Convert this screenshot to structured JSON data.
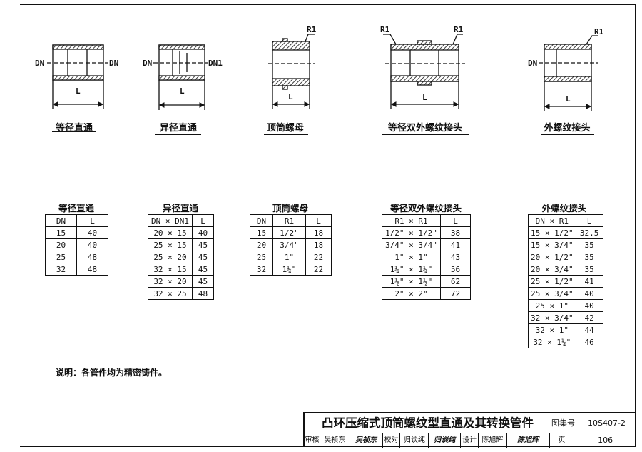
{
  "drawings": {
    "equal_coupling": {
      "label": "等径直通",
      "left": "DN",
      "right": "DN",
      "length": "L"
    },
    "reducing_coupling": {
      "label": "异径直通",
      "left": "DN",
      "right": "DN1",
      "length": "L"
    },
    "top_nut": {
      "label": "顶筒螺母",
      "thread": "R1",
      "length": "L"
    },
    "double_male": {
      "label": "等径双外螺纹接头",
      "thread_left": "R1",
      "thread_right": "R1",
      "length": "L"
    },
    "male_adapter": {
      "label": "外螺纹接头",
      "left": "DN",
      "thread": "R1",
      "length": "L"
    }
  },
  "tables": [
    {
      "title": "等径直通",
      "headers": [
        "DN",
        "L"
      ],
      "rows": [
        [
          "15",
          "40"
        ],
        [
          "20",
          "40"
        ],
        [
          "25",
          "48"
        ],
        [
          "32",
          "48"
        ]
      ]
    },
    {
      "title": "异径直通",
      "headers": [
        "DN × DN1",
        "L"
      ],
      "rows": [
        [
          "20 × 15",
          "40"
        ],
        [
          "25 × 15",
          "45"
        ],
        [
          "25 × 20",
          "45"
        ],
        [
          "32 × 15",
          "45"
        ],
        [
          "32 × 20",
          "45"
        ],
        [
          "32 × 25",
          "48"
        ]
      ]
    },
    {
      "title": "顶筒螺母",
      "headers": [
        "DN",
        "R1",
        "L"
      ],
      "rows": [
        [
          "15",
          "1/2\"",
          "18"
        ],
        [
          "20",
          "3/4\"",
          "18"
        ],
        [
          "25",
          "1\"",
          "22"
        ],
        [
          "32",
          "1¼\"",
          "22"
        ]
      ]
    },
    {
      "title": "等径双外螺纹接头",
      "headers": [
        "R1 × R1",
        "L"
      ],
      "rows": [
        [
          "1/2\" × 1/2\"",
          "38"
        ],
        [
          "3/4\" × 3/4\"",
          "41"
        ],
        [
          "1\" × 1\"",
          "43"
        ],
        [
          "1¼\" × 1¼\"",
          "56"
        ],
        [
          "1½\" × 1½\"",
          "62"
        ],
        [
          "2\" × 2\"",
          "72"
        ]
      ]
    },
    {
      "title": "外螺纹接头",
      "headers": [
        "DN × R1",
        "L"
      ],
      "rows": [
        [
          "15 × 1/2\"",
          "32.5"
        ],
        [
          "15 × 3/4\"",
          "35"
        ],
        [
          "20 × 1/2\"",
          "35"
        ],
        [
          "20 × 3/4\"",
          "35"
        ],
        [
          "25 × 1/2\"",
          "41"
        ],
        [
          "25 × 3/4\"",
          "40"
        ],
        [
          "25 × 1\"",
          "40"
        ],
        [
          "32 × 3/4\"",
          "42"
        ],
        [
          "32 × 1\"",
          "44"
        ],
        [
          "32 × 1¼\"",
          "46"
        ]
      ]
    }
  ],
  "note": "说明：各管件均为精密铸件。",
  "title_block": {
    "title": "凸环压缩式顶筒螺纹型直通及其转换管件",
    "atlas_label": "图集号",
    "atlas_no": "10S407-2",
    "page_label": "页",
    "page_no": "106",
    "review_label": "审核",
    "reviewer": "吴祯东",
    "reviewer_sig": "吴祯东",
    "check_label": "校对",
    "checker": "归谈纯",
    "checker_sig": "归谈纯",
    "design_label": "设计",
    "designer": "陈旭辉",
    "designer_sig": "陈旭辉"
  }
}
